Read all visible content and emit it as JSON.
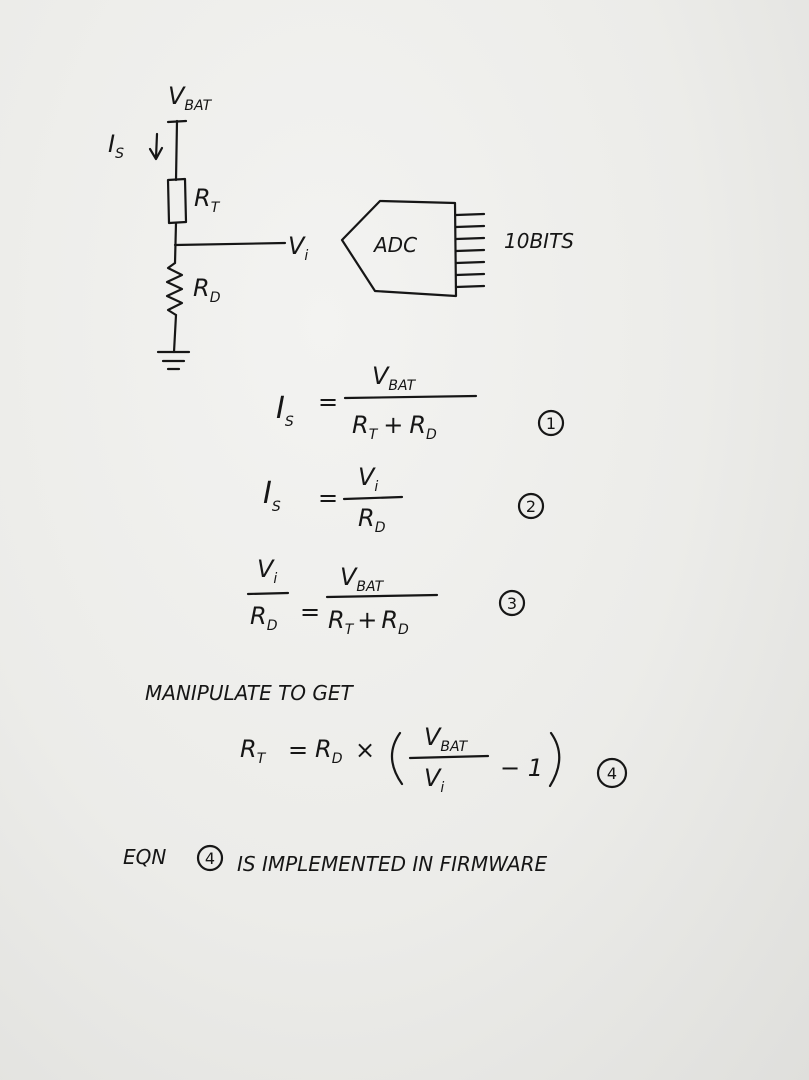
{
  "circuit": {
    "supply": {
      "symbol": "V",
      "sub": "BAT"
    },
    "current": {
      "symbol": "I",
      "sub": "S"
    },
    "thermistor": {
      "symbol": "R",
      "sub": "T"
    },
    "divider": {
      "symbol": "R",
      "sub": "D"
    },
    "node": {
      "symbol": "V",
      "sub": "i"
    },
    "adc_label": "ADC",
    "adc_bits": "10BITS"
  },
  "equations": [
    {
      "number": "1",
      "lhs": "I",
      "lhs_sub": "S",
      "num": "V",
      "num_sub": "BAT",
      "den_a": "R",
      "den_a_sub": "T",
      "op": "+",
      "den_b": "R",
      "den_b_sub": "D"
    },
    {
      "number": "2",
      "lhs": "I",
      "lhs_sub": "S",
      "num": "V",
      "num_sub": "i",
      "den_a": "R",
      "den_a_sub": "D"
    },
    {
      "number": "3",
      "lhs_num": "V",
      "lhs_num_sub": "i",
      "lhs_den": "R",
      "lhs_den_sub": "D",
      "num": "V",
      "num_sub": "BAT",
      "den_a": "R",
      "den_a_sub": "T",
      "op": "+",
      "den_b": "R",
      "den_b_sub": "D"
    },
    {
      "number": "4",
      "lhs": "R",
      "lhs_sub": "T",
      "rhs_a": "R",
      "rhs_a_sub": "D",
      "times": "×",
      "num": "V",
      "num_sub": "BAT",
      "den": "V",
      "den_sub": "i",
      "minus_one": "− 1"
    }
  ],
  "notes": {
    "manipulate": "MANIPULATE TO GET",
    "eqn_prefix": "EQN",
    "eqn_ref": "4",
    "eqn_suffix": "IS IMPLEMENTED IN FIRMWARE"
  },
  "equals": "="
}
